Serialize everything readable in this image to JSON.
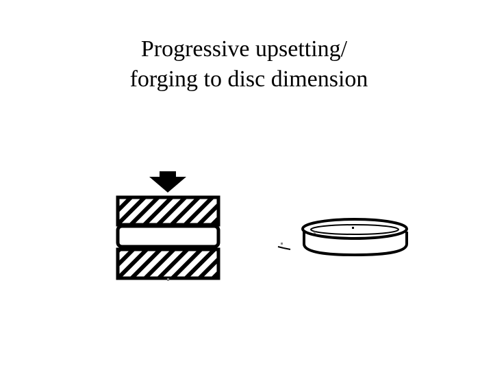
{
  "slide": {
    "title_line1": "Progressive upsetting/",
    "title_line2": "forging to disc dimension"
  },
  "diagram": {
    "stages": [
      "die-press",
      "forged-disc"
    ],
    "colors": {
      "ink": "#000000",
      "background": "#ffffff",
      "speckle": "#888888"
    }
  }
}
